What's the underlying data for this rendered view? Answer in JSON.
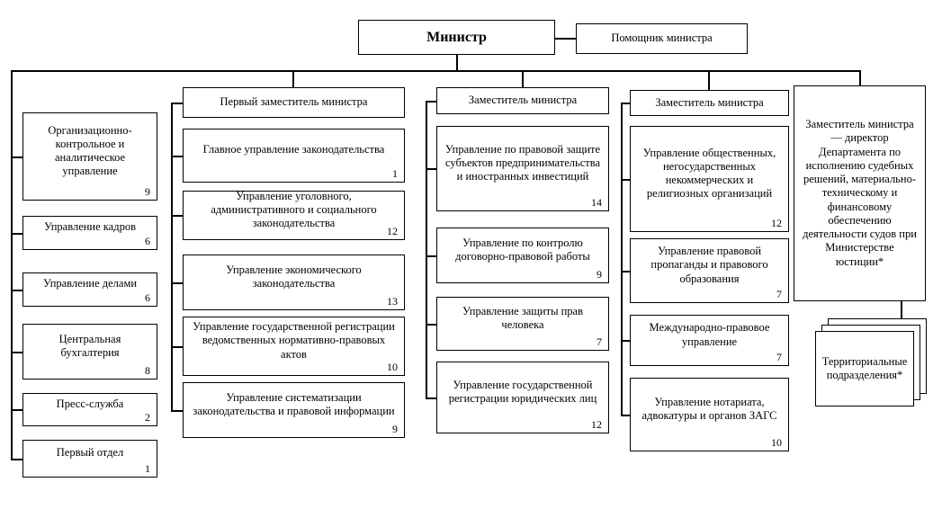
{
  "top": {
    "minister": "Министр",
    "assistant": "Помощник министра"
  },
  "columns": [
    {
      "items": [
        {
          "label": "Организационно-контрольное и аналитическое управление",
          "count": "9"
        },
        {
          "label": "Управление кадров",
          "count": "6"
        },
        {
          "label": "Управление делами",
          "count": "6"
        },
        {
          "label": "Центральная бухгалтерия",
          "count": "8"
        },
        {
          "label": "Пресс-служба",
          "count": "2"
        },
        {
          "label": "Первый отдел",
          "count": "1"
        }
      ]
    },
    {
      "header": "Первый заместитель министра",
      "items": [
        {
          "label": "Главное управление законодательства",
          "count": "1"
        },
        {
          "label": "Управление уголовного, административного и социального законодательства",
          "count": "12"
        },
        {
          "label": "Управление экономического законодательства",
          "count": "13"
        },
        {
          "label": "Управление государственной регистрации ведомственных нормативно-правовых актов",
          "count": "10"
        },
        {
          "label": "Управление систематизации законодательства и правовой информации",
          "count": "9"
        }
      ]
    },
    {
      "header": "Заместитель министра",
      "items": [
        {
          "label": "Управление по правовой защите субъектов предпринимательства и иностранных инвестиций",
          "count": "14"
        },
        {
          "label": "Управление по контролю договорно-правовой работы",
          "count": "9"
        },
        {
          "label": "Управление защиты прав человека",
          "count": "7"
        },
        {
          "label": "Управление государственной регистрации юридических лиц",
          "count": "12"
        }
      ]
    },
    {
      "header": "Заместитель министра",
      "items": [
        {
          "label": "Управление общественных, негосударственных некоммерческих и религиозных организаций",
          "count": "12"
        },
        {
          "label": "Управление правовой пропаганды и правового образования",
          "count": "7"
        },
        {
          "label": "Международно-правовое управление",
          "count": "7"
        },
        {
          "label": "Управление нотариата, адвокатуры и органов ЗАГС",
          "count": "10"
        }
      ]
    },
    {
      "header": "Заместитель министра — директор Департамента по исполнению судебных решений, материально-техническому и финансовому обеспечению деятельности судов при Министерстве юстиции*",
      "stack_label": "Территориальные подразделения*"
    }
  ]
}
